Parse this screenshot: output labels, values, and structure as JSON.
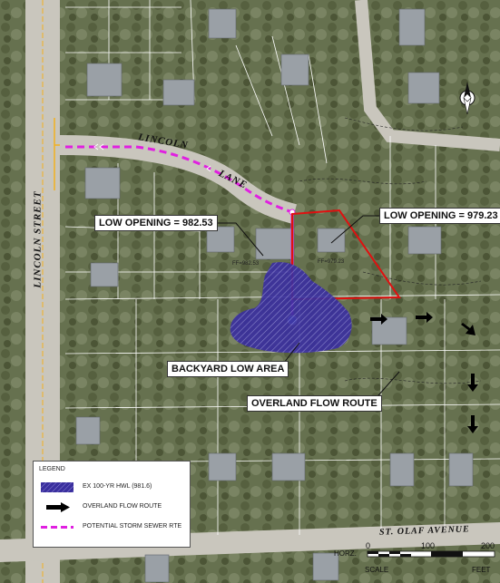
{
  "labels": {
    "low_opening_left": "LOW OPENING = 982.53",
    "low_opening_right": "LOW OPENING = 979.23",
    "backyard_low_area": "BACKYARD LOW AREA",
    "overland_flow_route": "OVERLAND FLOW ROUTE",
    "ffe_left": "FF=982.53",
    "ffe_right": "FF=979.23"
  },
  "streets": {
    "lincoln_street": "LINCOLN STREET",
    "lincoln": "LINCOLN",
    "lane": "LANE",
    "st_olaf_avenue": "ST. OLAF AVENUE"
  },
  "legend": {
    "title": "LEGEND",
    "items": [
      {
        "label": "EX 100-YR HWL (981.6)",
        "symbol": "hatched-area",
        "color": "#3a2f9e"
      },
      {
        "label": "OVERLAND FLOW ROUTE",
        "symbol": "black-arrow",
        "color": "#000000"
      },
      {
        "label": "POTENTIAL STORM SEWER RTE",
        "symbol": "dashed-magenta-line",
        "color": "#e020e0"
      }
    ]
  },
  "scale": {
    "label_horz": "HORZ.",
    "label_scale": "SCALE",
    "label_feet": "FEET",
    "ticks": [
      "0",
      "100",
      "200"
    ]
  },
  "colors": {
    "hwl_fill": "#3a2f9e",
    "storm_sewer": "#e020e0",
    "property_outline": "#e01010",
    "road": "#c9c6bd",
    "parcel_lines": "#ffffff",
    "lincoln_street_centerline": "#f2b01e"
  }
}
